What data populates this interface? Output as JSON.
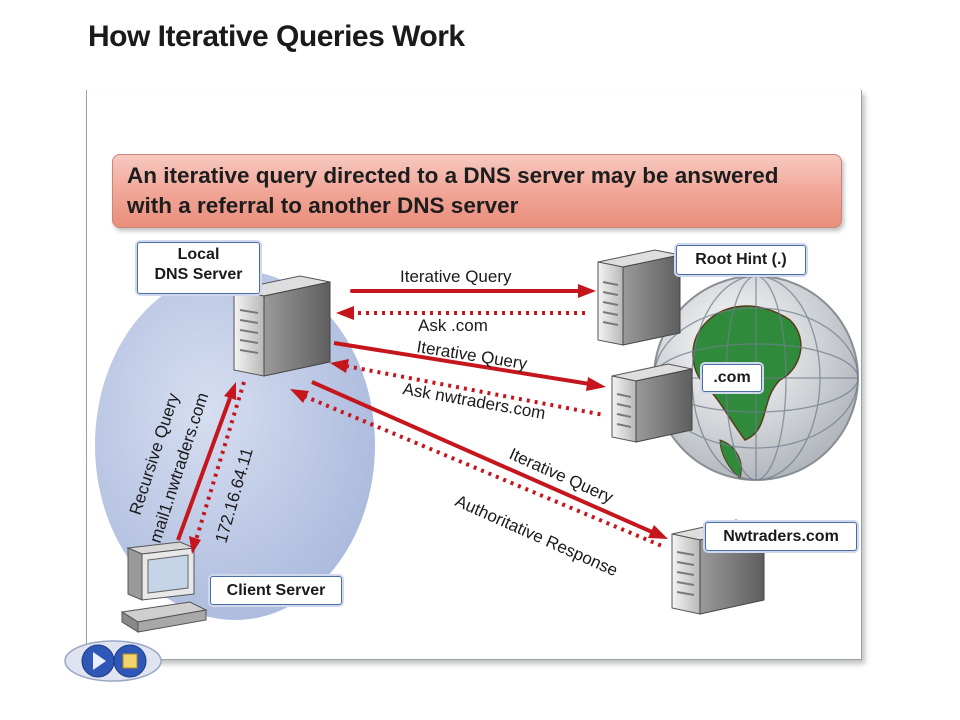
{
  "title": "How Iterative Queries Work",
  "banner": "An iterative query directed to a DNS server may be answered with a referral to another DNS server",
  "nodes": {
    "local_line1": "Local",
    "local_line2": "DNS Server",
    "root": "Root Hint (.)",
    "com": ".com",
    "nwtraders": "Nwtraders.com",
    "client": "Client Server"
  },
  "labels": {
    "iterative_query_1": "Iterative Query",
    "ask_com": "Ask .com",
    "iterative_query_2": "Iterative Query",
    "ask_nwtraders": "Ask nwtraders.com",
    "iterative_query_3": "Iterative Query",
    "authoritative_response": "Authoritative Response",
    "recursive_query": "Recursive Query",
    "recursive_target": "mail1.nwtraders.com",
    "ip_answer": "172.16.64.11"
  },
  "colors": {
    "arrow": "#c4161c",
    "banner": "#f0a495",
    "zone": "#b9c6e4"
  },
  "nav": {
    "prev_icon": "play-icon",
    "next_icon": "stop-icon"
  }
}
